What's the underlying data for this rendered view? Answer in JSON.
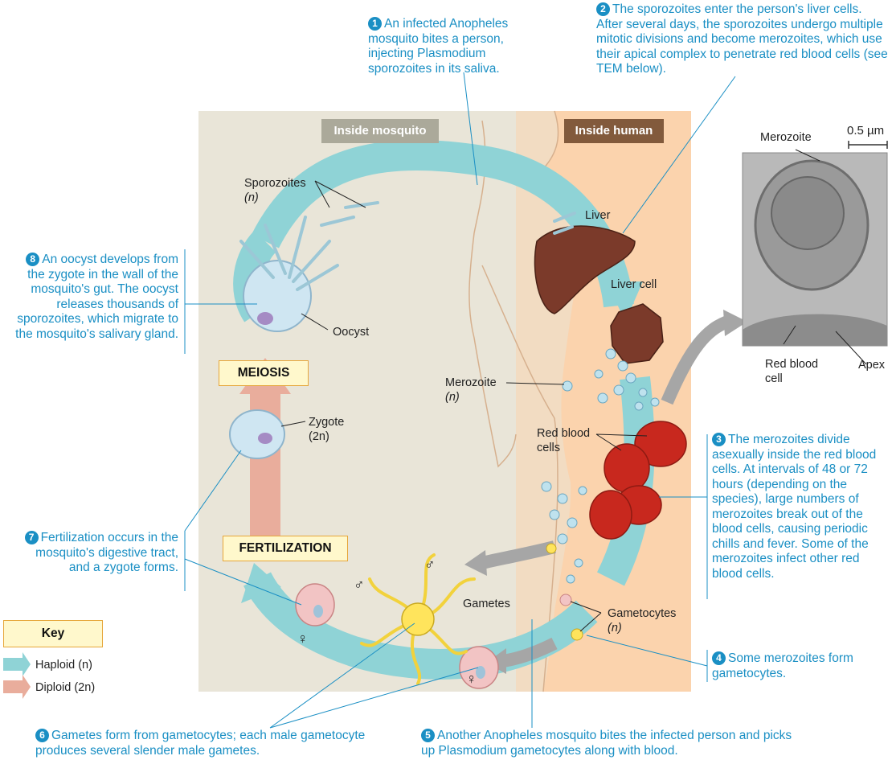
{
  "regions": {
    "mosquito_label": "Inside mosquito",
    "human_label": "Inside human"
  },
  "steps": [
    {
      "num": "1",
      "text": "An infected Anopheles mosquito bites a person, injecting Plasmodium sporozoites in its saliva."
    },
    {
      "num": "2",
      "text": "The sporozoites enter the person's liver cells. After several days, the sporozoites undergo multiple mitotic divisions and become merozoites, which use their apical complex to penetrate red blood cells (see TEM below)."
    },
    {
      "num": "3",
      "text": "The merozoites divide asexually inside the red blood cells. At intervals of 48 or 72 hours (depending on the species), large numbers of merozoites break out of the blood cells, causing periodic chills and fever. Some of the merozoites infect other red blood cells."
    },
    {
      "num": "4",
      "text": "Some merozoites form gametocytes."
    },
    {
      "num": "5",
      "text": "Another Anopheles mosquito bites the infected person and picks up Plasmodium gametocytes along with blood."
    },
    {
      "num": "6",
      "text": "Gametes form from gametocytes; each male gametocyte produces several slender male gametes."
    },
    {
      "num": "7",
      "text": "Fertilization occurs in the mosquito's digestive tract, and a zygote forms."
    },
    {
      "num": "8",
      "text": "An oocyst develops from the zygote in the wall of the mosquito's gut. The oocyst releases thousands of sporozoites, which migrate to the mosquito's salivary gland."
    }
  ],
  "labels": {
    "sporozoites": "Sporozoites",
    "n": "(n)",
    "two_n": "(2n)",
    "oocyst": "Oocyst",
    "zygote": "Zygote",
    "liver": "Liver",
    "liver_cell": "Liver cell",
    "merozoite": "Merozoite",
    "red_blood_cells": "Red blood cells",
    "gametocytes": "Gametocytes",
    "gametes": "Gametes",
    "meiosis": "MEIOSIS",
    "fertilization": "FERTILIZATION",
    "male_symbol": "♂",
    "female_symbol": "♀"
  },
  "tem": {
    "merozoite": "Merozoite",
    "scale": "0.5 µm",
    "red_blood_cell": "Red blood cell",
    "apex": "Apex"
  },
  "key": {
    "title": "Key",
    "haploid": "Haploid (n)",
    "diploid": "Diploid (2n)"
  },
  "colors": {
    "haploid": "#8fd3d6",
    "diploid": "#e9ad9c",
    "step_text": "#1a8fc4",
    "mosquito_bg": "#e9e5d8",
    "human_bg": "#fbd3ad"
  }
}
